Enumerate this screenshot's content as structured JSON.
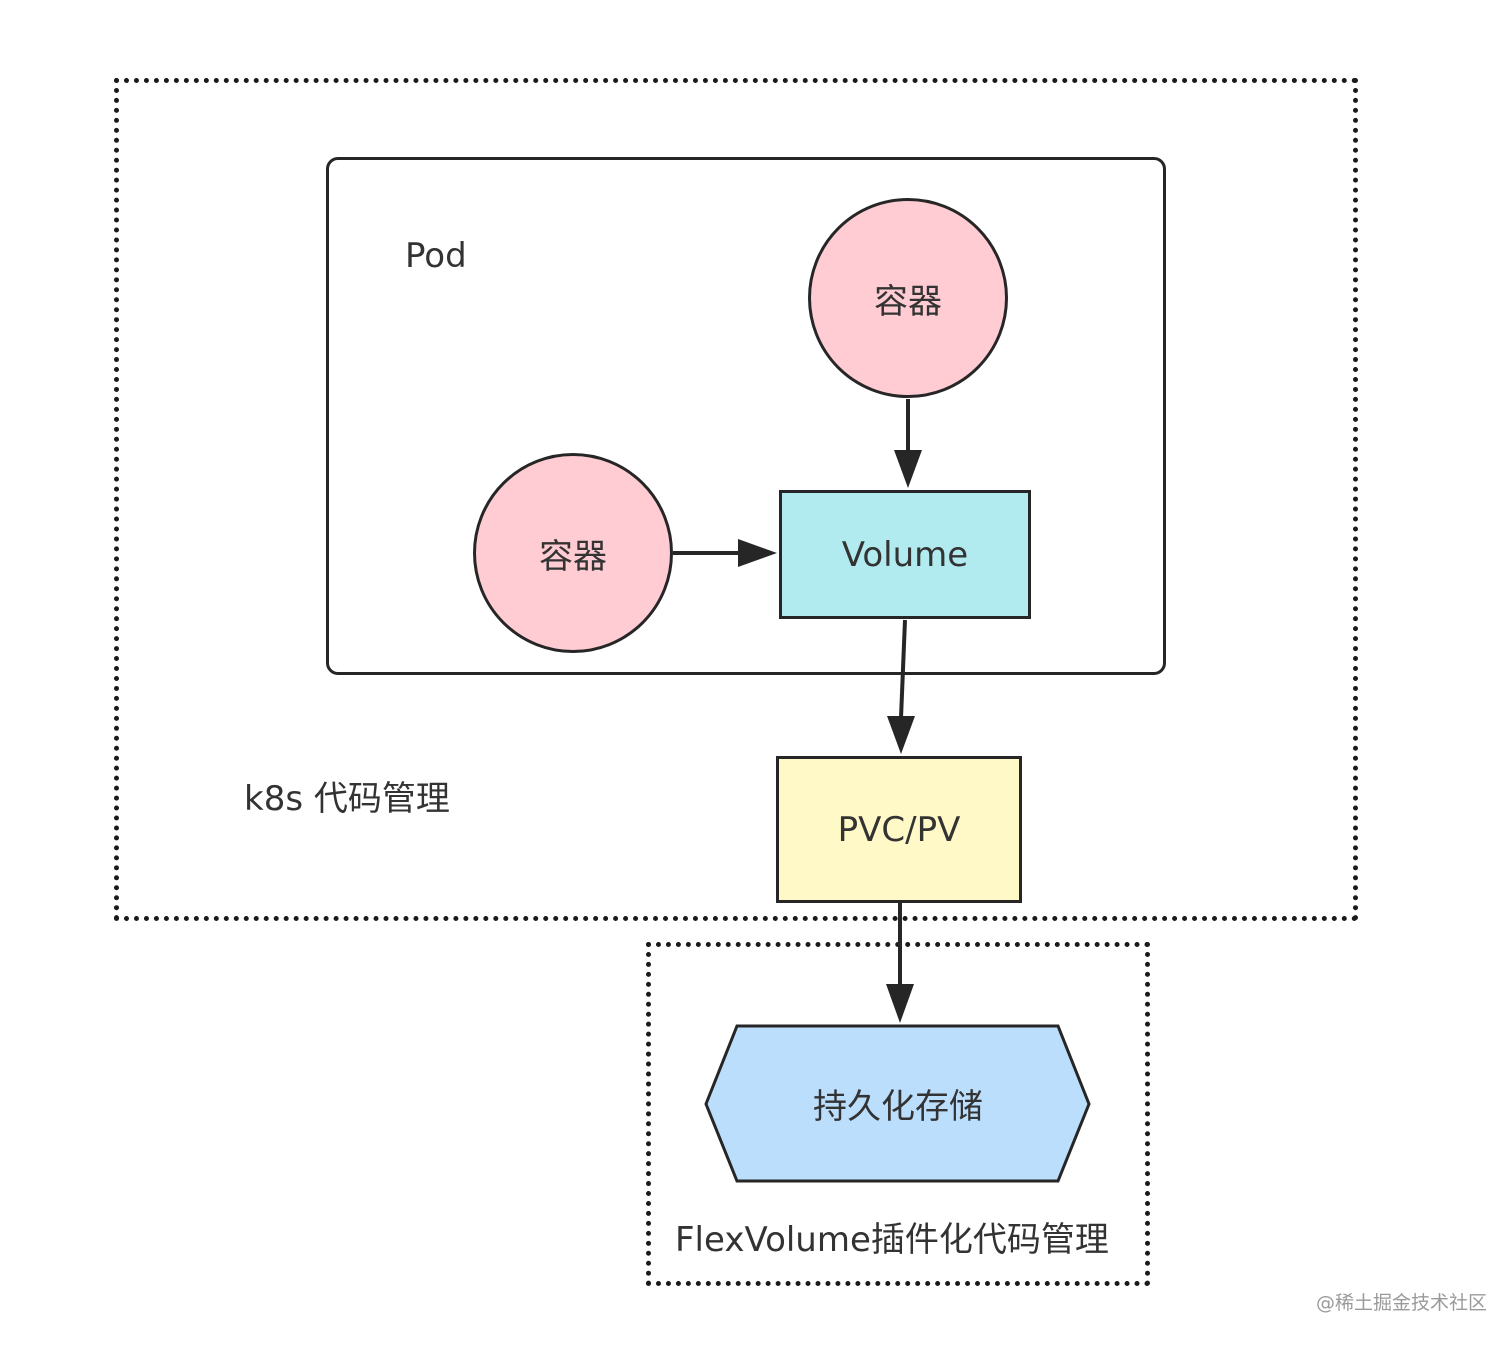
{
  "diagram": {
    "k8s_zone_label": "k8s 代码管理",
    "flex_zone_label": "FlexVolume插件化代码管理",
    "pod_label": "Pod",
    "containers": [
      {
        "label": "容器"
      },
      {
        "label": "容器"
      }
    ],
    "volume_label": "Volume",
    "pvc_pv_label": "PVC/PV",
    "storage_label": "持久化存储",
    "colors": {
      "container_fill": "#ffccd3",
      "volume_fill": "#b1ebef",
      "pvc_fill": "#fef9c7",
      "storage_fill": "#bcdefd",
      "stroke": "#262626"
    },
    "edges": [
      {
        "from": "容器",
        "to": "Volume"
      },
      {
        "from": "容器",
        "to": "Volume"
      },
      {
        "from": "Volume",
        "to": "PVC/PV"
      },
      {
        "from": "PVC/PV",
        "to": "持久化存储"
      }
    ]
  },
  "watermark": "@稀土掘金技术社区"
}
